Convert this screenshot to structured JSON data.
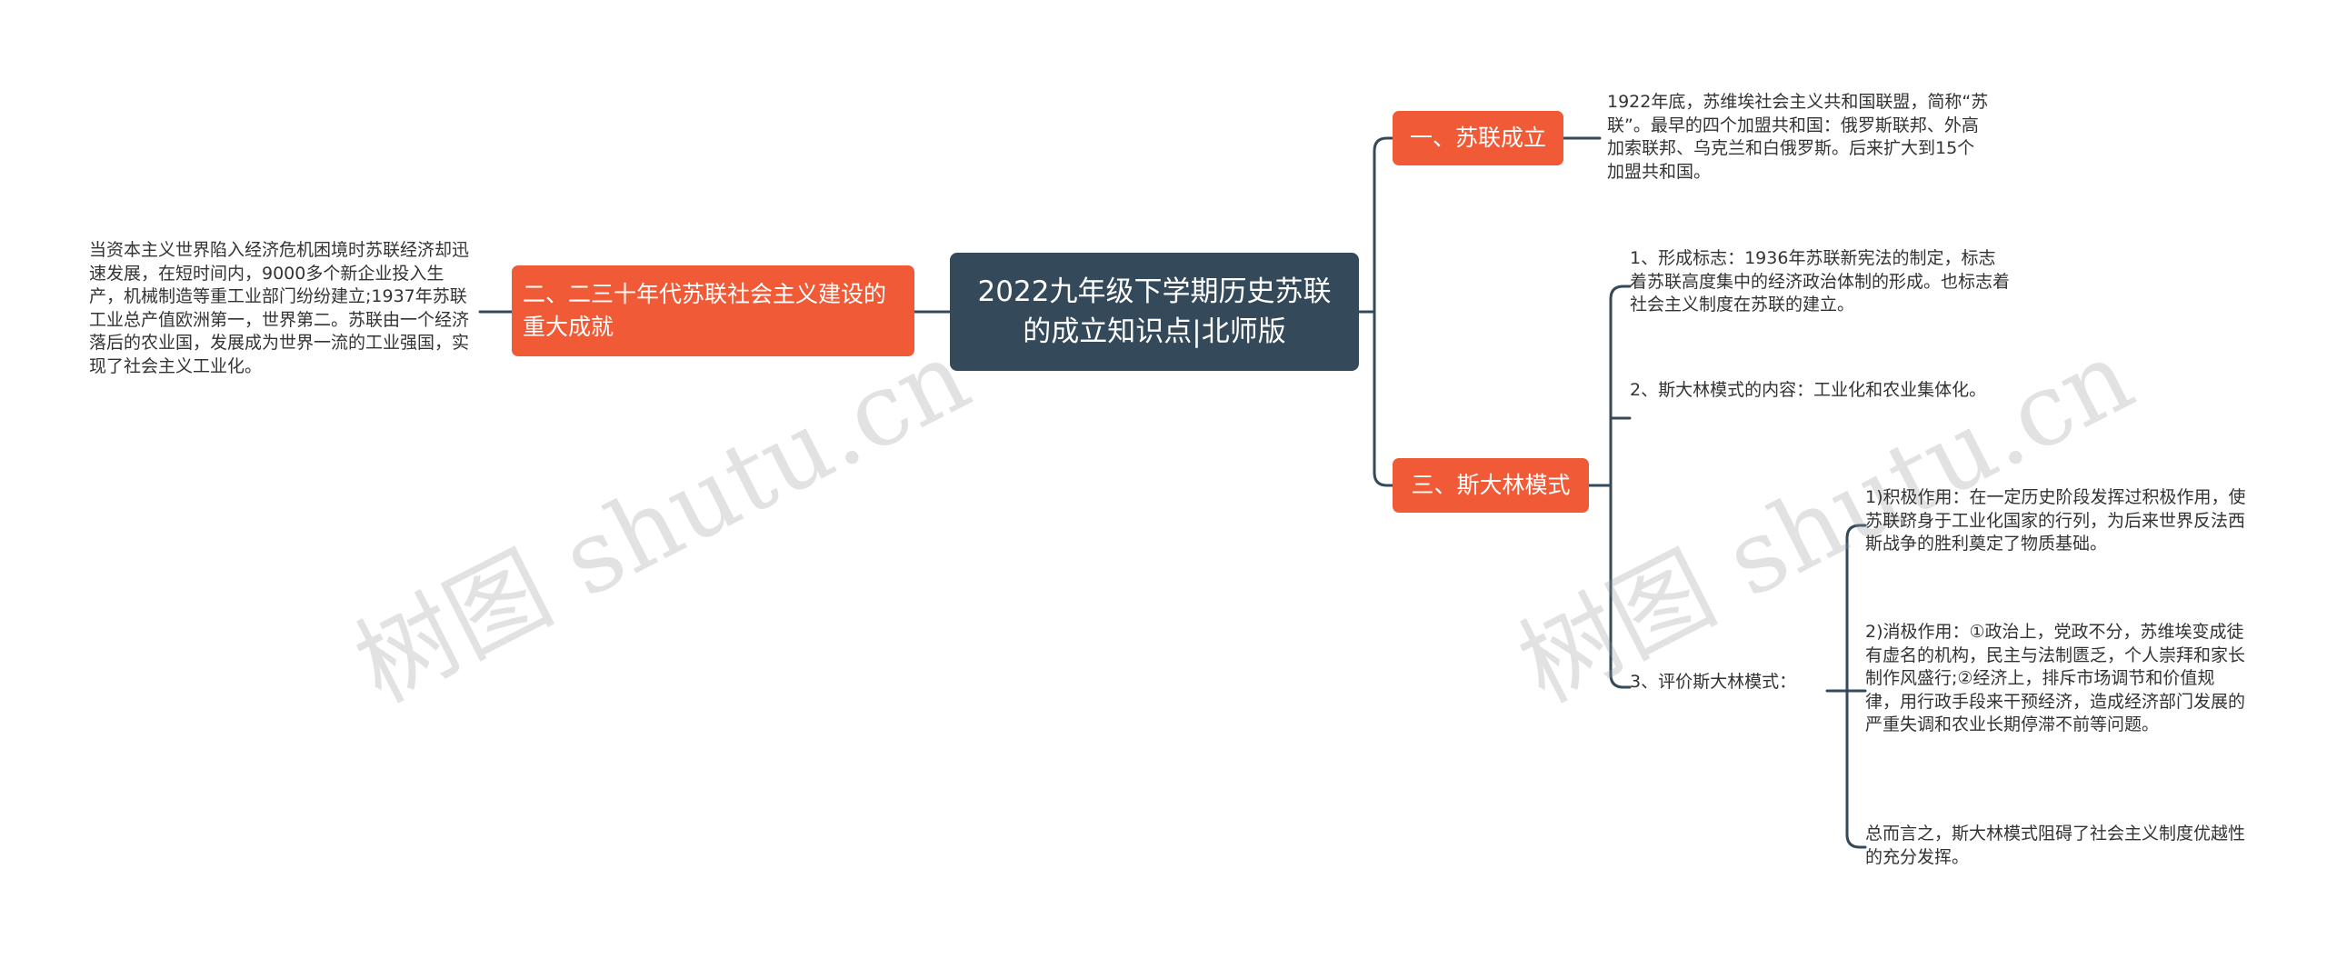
{
  "root": {
    "title": "2022九年级下学期历史苏联的成立知识点|北师版"
  },
  "branches": [
    {
      "label": "一、苏联成立"
    },
    {
      "label": "二、二三十年代苏联社会主义建设的重大成就"
    },
    {
      "label": "三、斯大林模式"
    }
  ],
  "leaves": {
    "founding": "1922年底，苏维埃社会主义共和国联盟，简称“苏联”。最早的四个加盟共和国：俄罗斯联邦、外高加索联邦、乌克兰和白俄罗斯。后来扩大到15个加盟共和国。",
    "achievements": "当资本主义世界陷入经济危机困境时苏联经济却迅速发展，在短时间内，9000多个新企业投入生产，机械制造等重工业部门纷纷建立;1937年苏联工业总产值欧洲第一，世界第二。苏联由一个经济落后的农业国，发展成为世界一流的工业强国，实现了社会主义工业化。",
    "stalin_mark": "1、形成标志：1936年苏联新宪法的制定，标志着苏联高度集中的经济政治体制的形成。也标志着社会主义制度在苏联的建立。",
    "stalin_content": "2、斯大林模式的内容：工业化和农业集体化。",
    "stalin_eval": "3、评价斯大林模式：",
    "eval_positive": "1)积极作用：在一定历史阶段发挥过积极作用，使苏联跻身于工业化国家的行列，为后来世界反法西斯战争的胜利奠定了物质基础。",
    "eval_negative": "2)消极作用：①政治上，党政不分，苏维埃变成徒有虚名的机构，民主与法制匮乏，个人崇拜和家长制作风盛行;②经济上，排斥市场调节和价值规律，用行政手段来干预经济，造成经济部门发展的严重失调和农业长期停滞不前等问题。",
    "eval_summary": "总而言之，斯大林模式阻碍了社会主义制度优越性的充分发挥。"
  },
  "watermark": "树图 shutu.cn",
  "colors": {
    "root_bg": "#34495a",
    "branch_bg": "#f05a36",
    "line": "#34495a",
    "text": "#333333"
  }
}
